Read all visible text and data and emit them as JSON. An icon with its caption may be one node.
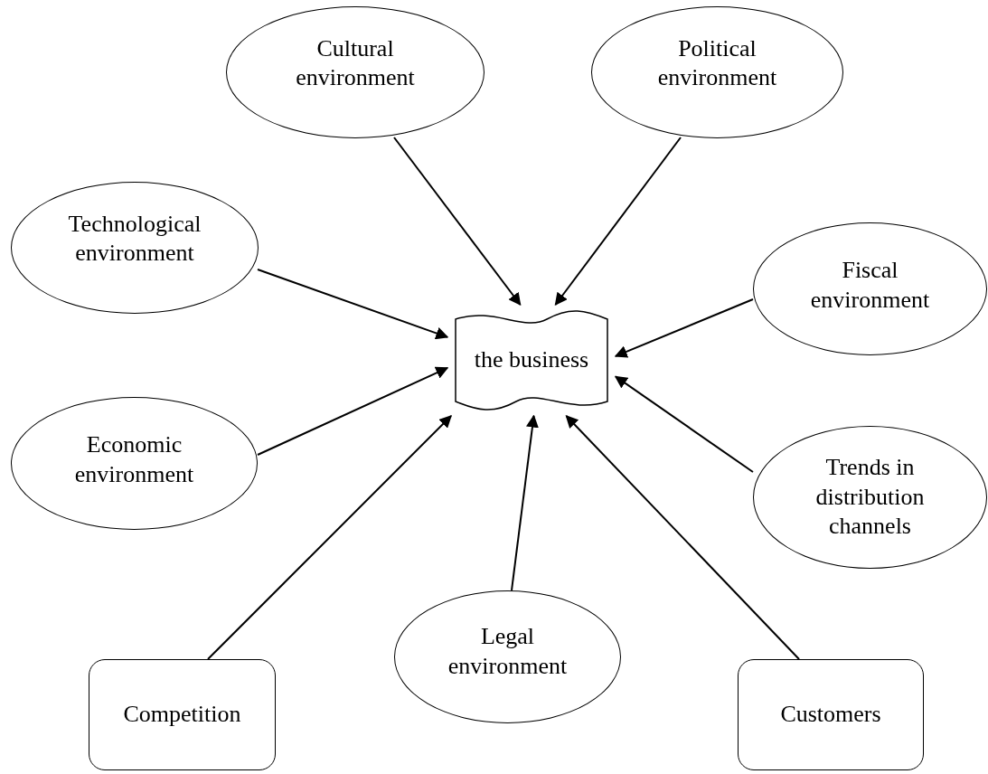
{
  "diagram": {
    "nodes": [
      {
        "text": [
          "Cultural environment"
        ]
      },
      {
        "text": [
          "Political environment"
        ]
      },
      {
        "text": [
          "Technological environment"
        ]
      },
      {
        "text": [
          "Fiscal environment"
        ]
      },
      {
        "text": [
          "the business"
        ]
      },
      {
        "text": [
          "Economic environment"
        ]
      },
      {
        "text": [
          "Trends in distribution channels"
        ]
      },
      {
        "text": [
          "Legal environment"
        ]
      },
      {
        "text": [
          "Competition"
        ]
      },
      {
        "text": [
          "Customers"
        ]
      }
    ],
    "edges": [
      {
        "from": 0,
        "to": 4,
        "arrow": "to"
      },
      {
        "from": 1,
        "to": 4,
        "arrow": "to"
      },
      {
        "from": 2,
        "to": 4,
        "arrow": "to"
      },
      {
        "from": 3,
        "to": 4,
        "arrow": "to"
      },
      {
        "from": 5,
        "to": 4,
        "arrow": "to"
      },
      {
        "from": 6,
        "to": 4,
        "arrow": "to"
      },
      {
        "from": 7,
        "to": 4,
        "arrow": "to"
      },
      {
        "from": 8,
        "to": 4,
        "arrow": "to"
      },
      {
        "from": 9,
        "to": 4,
        "arrow": "to"
      }
    ]
  }
}
